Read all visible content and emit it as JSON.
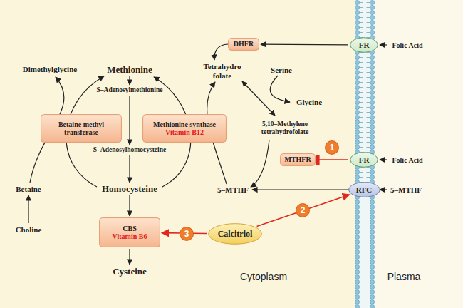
{
  "diagram": {
    "nodes": [
      {
        "text": [
          "DHFR"
        ]
      },
      {
        "text": [
          "FR"
        ]
      },
      {
        "text": [
          "FR"
        ]
      },
      {
        "text": [
          "MTHFR"
        ]
      },
      {
        "text": [
          "RFC"
        ]
      },
      {
        "text": [
          "Betaine methyl transferase"
        ]
      },
      {
        "text": [
          "Methionine synthase",
          "Vitamin B12"
        ]
      },
      {
        "text": [
          "Calcitriol"
        ]
      },
      {
        "text": [
          "CBS",
          "Vitamin B6"
        ]
      }
    ],
    "edges": [
      {
        "from": 1,
        "to": 0,
        "arrow": "to"
      },
      {
        "from": 7,
        "to": 4,
        "arrow": "to"
      },
      {
        "from": 7,
        "to": 8,
        "arrow": "to"
      },
      {
        "from": 2,
        "to": 3,
        "arrow": "to"
      }
    ],
    "labels": [
      "Folic Acid",
      "Dimethylglycine",
      "Methionine",
      "Tetrahydro folate",
      "Serine",
      "Glycine",
      "S–Adenosylmethionine",
      "5,10–Methylene tetrahydrofolate",
      "Folic Acid",
      "1",
      "S–Adenosylhomocysteine",
      "Betaine",
      "Homocysteine",
      "5–MTHF",
      "5–MTHF",
      "2",
      "3",
      "Choline",
      "Cysteine",
      "Cytoplasm",
      "Plasma"
    ]
  }
}
